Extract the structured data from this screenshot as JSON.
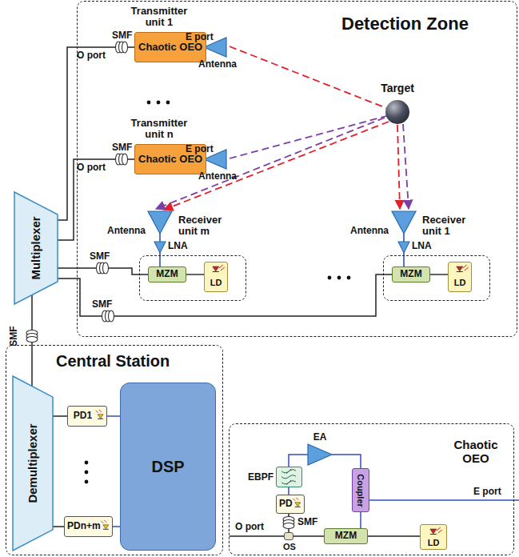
{
  "diagram": {
    "nodes": [
      {
        "text": [
          "Detection Zone"
        ]
      },
      {
        "text": [
          "Transmitter unit 1",
          "Chaotic OEO"
        ],
        "in": 0
      },
      {
        "text": [
          "Transmitter unit n",
          "Chaotic OEO"
        ],
        "in": 0
      },
      {
        "text": [
          "Target"
        ],
        "in": 0
      },
      {
        "text": [
          "Multiplexer"
        ]
      },
      {
        "text": [
          "Receiver unit m"
        ],
        "in": 0
      },
      {
        "text": [
          "MZM"
        ],
        "in": 5
      },
      {
        "text": [
          "LD"
        ],
        "in": 5
      },
      {
        "text": [
          "Receiver unit 1"
        ],
        "in": 0
      },
      {
        "text": [
          "MZM"
        ],
        "in": 8
      },
      {
        "text": [
          "LD"
        ],
        "in": 8
      },
      {
        "text": [
          "Central Station"
        ]
      },
      {
        "text": [
          "Demultiplexer"
        ],
        "in": 11
      },
      {
        "text": [
          "PD1"
        ],
        "in": 11
      },
      {
        "text": [
          "PDn+m"
        ],
        "in": 11
      },
      {
        "text": [
          "DSP"
        ],
        "in": 11
      },
      {
        "text": [
          "Chaotic OEO"
        ]
      },
      {
        "text": [
          "EA"
        ],
        "in": 16
      },
      {
        "text": [
          "EBPF"
        ],
        "in": 16
      },
      {
        "text": [
          "PD"
        ],
        "in": 16
      },
      {
        "text": [
          "Coupler"
        ],
        "in": 16
      },
      {
        "text": [
          "MZM"
        ],
        "in": 16
      },
      {
        "text": [
          "LD"
        ],
        "in": 16
      },
      {
        "text": [
          "OS"
        ],
        "in": 16
      }
    ],
    "edges": [
      {
        "from": 4,
        "to": 1,
        "arrow": "none"
      },
      {
        "from": 4,
        "to": 2,
        "arrow": "none"
      },
      {
        "from": 4,
        "to": 6,
        "arrow": "none"
      },
      {
        "from": 4,
        "to": 9,
        "arrow": "none"
      },
      {
        "from": 4,
        "to": 12,
        "arrow": "none"
      },
      {
        "from": 12,
        "to": 13,
        "arrow": "none"
      },
      {
        "from": 12,
        "to": 14,
        "arrow": "none"
      },
      {
        "from": 13,
        "to": 15,
        "arrow": "none"
      },
      {
        "from": 14,
        "to": 15,
        "arrow": "none"
      },
      {
        "from": 23,
        "to": 19,
        "arrow": "none"
      },
      {
        "from": 19,
        "to": 18,
        "arrow": "none"
      },
      {
        "from": 18,
        "to": 17,
        "arrow": "none"
      },
      {
        "from": 17,
        "to": 20,
        "arrow": "none"
      },
      {
        "from": 20,
        "to": 21,
        "arrow": "none"
      },
      {
        "from": 22,
        "to": 21,
        "arrow": "none"
      },
      {
        "from": 21,
        "to": 23,
        "arrow": "none"
      }
    ],
    "labels": [
      "SMF",
      "O port",
      "E port",
      "Antenna",
      "SMF",
      "O port",
      "E port",
      "Antenna",
      "Antenna",
      "LNA",
      "Antenna",
      "LNA",
      "SMF",
      "SMF",
      "SMF",
      "SMF",
      "O port",
      "E port"
    ]
  }
}
